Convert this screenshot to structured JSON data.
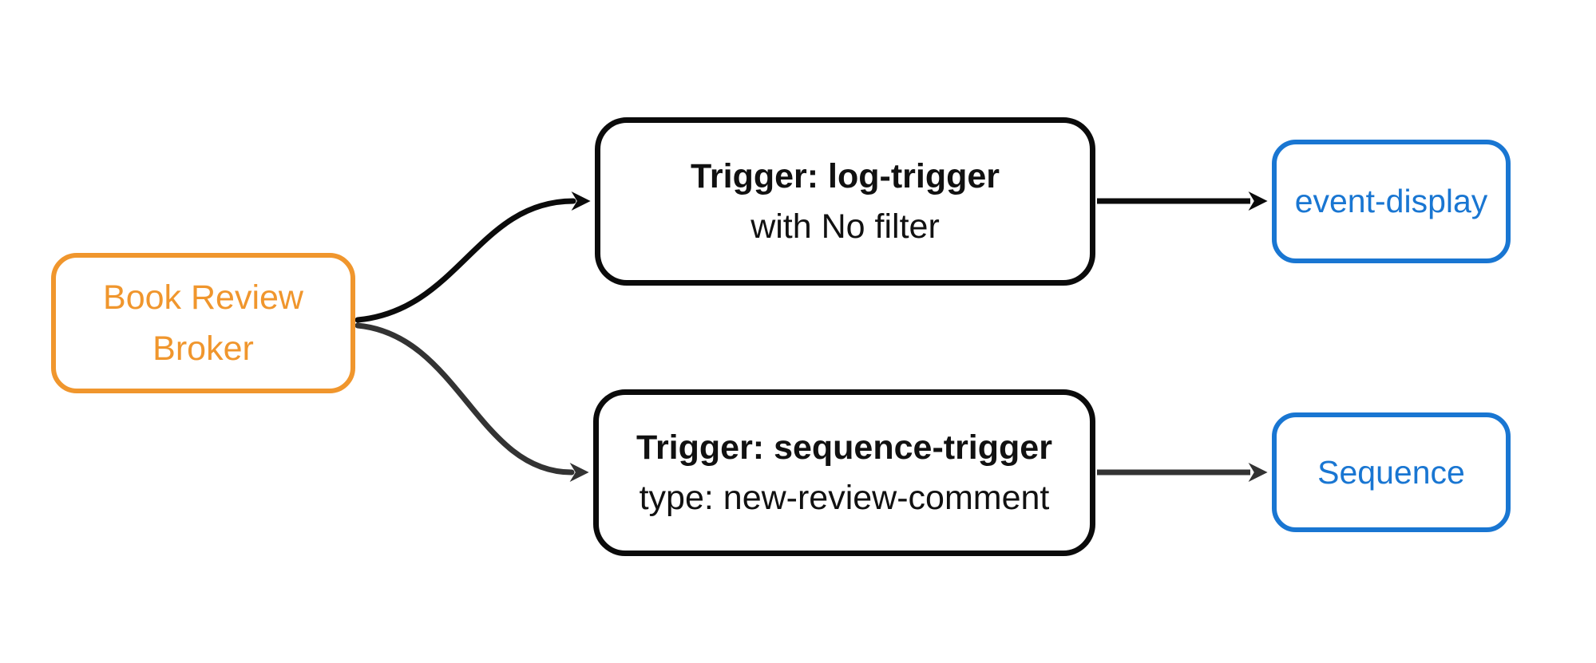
{
  "diagram": {
    "background_color": "#ffffff",
    "nodes": {
      "broker": {
        "lines": [
          "Book Review",
          "Broker"
        ],
        "accent_color": "#f0962d"
      },
      "log_trigger": {
        "title": "Trigger: log-trigger",
        "subtitle": "with No filter",
        "border_color": "#0b0b0b"
      },
      "sequence_trigger": {
        "title": "Trigger: sequence-trigger",
        "subtitle": "type: new-review-comment",
        "border_color": "#0b0b0b"
      },
      "event_display": {
        "label": "event-display",
        "accent_color": "#1976d2"
      },
      "sequence": {
        "label": "Sequence",
        "accent_color": "#1976d2"
      }
    },
    "edges": [
      {
        "name": "broker-to-log-trigger",
        "color": "#0b0b0b"
      },
      {
        "name": "broker-to-sequence-trigger",
        "color": "#333333"
      },
      {
        "name": "log-trigger-to-event-display",
        "color": "#0b0b0b"
      },
      {
        "name": "sequence-trigger-to-sequence",
        "color": "#333333"
      }
    ]
  }
}
